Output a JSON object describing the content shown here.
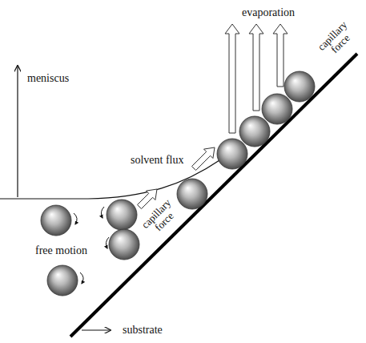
{
  "diagram": {
    "labels": [
      "evaporation",
      "capillary force",
      "meniscus",
      "solvent flux",
      "capillary force",
      "free motion",
      "substrate"
    ]
  }
}
